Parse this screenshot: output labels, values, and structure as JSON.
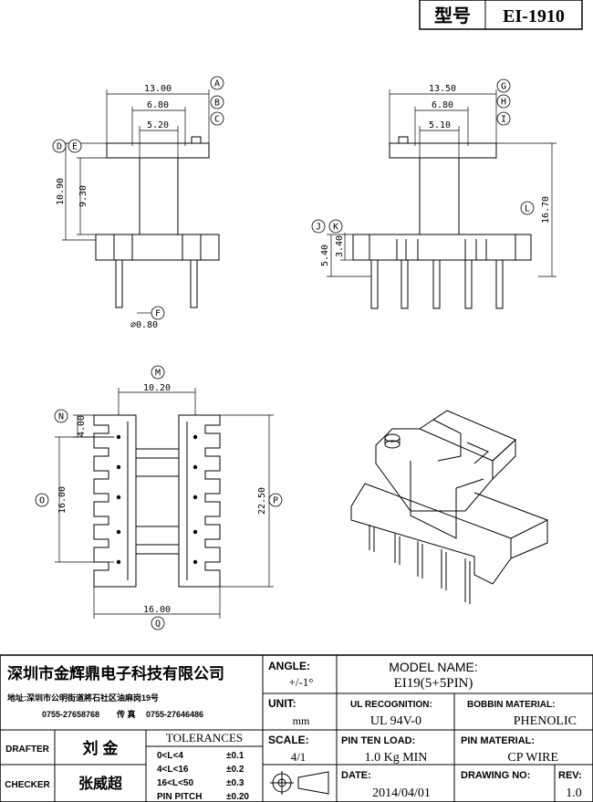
{
  "header": {
    "type_label": "型号",
    "part_number": "EI-1910"
  },
  "dimensions": {
    "A": "13.00",
    "B": "6.80",
    "C": "5.20",
    "D": "10.90",
    "E": "9.30",
    "F": "⌀0.80",
    "G": "13.50",
    "H": "6.80",
    "I": "5.10",
    "J": "5.40",
    "K": "3.40",
    "L": "16.70",
    "M": "10.20",
    "N": "4.00",
    "O": "16.00",
    "P": "22.50",
    "Q": "16.00"
  },
  "callout_letters": [
    "A",
    "B",
    "C",
    "D",
    "E",
    "F",
    "G",
    "H",
    "I",
    "J",
    "K",
    "L",
    "M",
    "N",
    "O",
    "P",
    "Q"
  ],
  "title_block": {
    "company": "深圳市金辉鼎电子科技有限公司",
    "address": "地址:深圳市公明街道將石社区油麻岗19号",
    "phone": "0755-27658768",
    "fax_label": "传 真",
    "fax": "0755-27646486",
    "angle_label": "ANGLE:",
    "angle_value": "+/-1°",
    "model_name_label": "MODEL NAME:",
    "model_name_value": "EI19(5+5PIN)",
    "unit_label": "UNIT:",
    "unit_value": "mm",
    "ul_label": "UL RECOGNITION:",
    "ul_value": "UL 94V-0",
    "bobbin_label": "BOBBIN MATERIAL:",
    "bobbin_value": "PHENOLIC",
    "drafter_label": "DRAFTER",
    "drafter_name": "刘 金",
    "checker_label": "CHECKER",
    "checker_name": "张威超",
    "tolerances_label": "TOLERANCES",
    "tolerances": [
      {
        "range": "0<L<4",
        "value": "±0.1"
      },
      {
        "range": "4<L<16",
        "value": "±0.2"
      },
      {
        "range": "16<L<50",
        "value": "±0.3"
      },
      {
        "range": "PIN PITCH",
        "value": "±0.20"
      }
    ],
    "scale_label": "SCALE:",
    "scale_value": "4/1",
    "pin_load_label": "PIN TEN LOAD:",
    "pin_load_value": "1.0 Kg MIN",
    "pin_material_label": "PIN MATERIAL:",
    "pin_material_value": "CP WIRE",
    "date_label": "DATE:",
    "date_value": "2014/04/01",
    "drawing_no_label": "DRAWING NO:",
    "drawing_no_value": "",
    "rev_label": "REV:",
    "rev_value": "1.0"
  }
}
